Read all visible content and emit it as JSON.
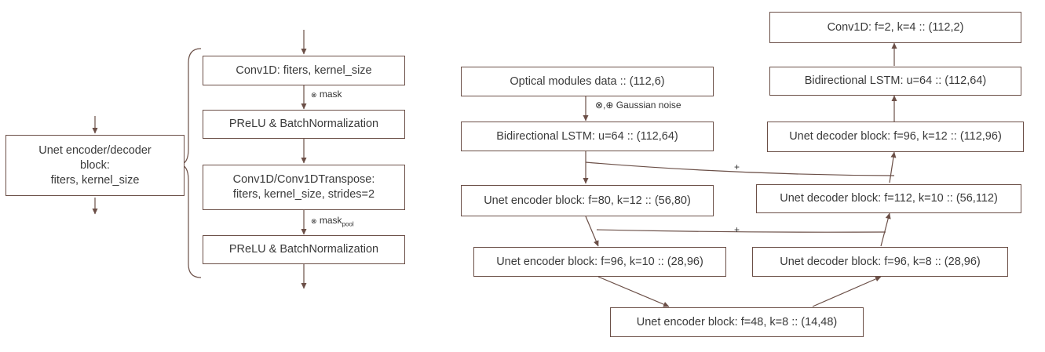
{
  "generic_block": {
    "title": "Unet encoder/decoder\nblock:\nfiters, kernel_size",
    "steps": [
      "Conv1D: fiters, kernel_size",
      "PReLU & BatchNormalization",
      "Conv1D/Conv1DTranspose:\nfiters, kernel_size, strides=2",
      "PReLU & BatchNormalization"
    ],
    "mask_label": "mask",
    "mask_pool_label": "mask",
    "mask_pool_sub": "pool",
    "otimes": "⊗"
  },
  "network": {
    "input": "Optical modules data :: (112,6)",
    "noise_label": "⊗,⊕ Gaussian noise",
    "lstm_in": "Bidirectional LSTM: u=64 :: (112,64)",
    "enc1": "Unet encoder block: f=80, k=12 :: (56,80)",
    "enc2": "Unet encoder block: f=96, k=10 :: (28,96)",
    "bottleneck": "Unet encoder block: f=48, k=8 :: (14,48)",
    "dec1": "Unet decoder block: f=96, k=8 :: (28,96)",
    "dec2": "Unet decoder block: f=112, k=10 :: (56,112)",
    "dec3": "Unet decoder block: f=96, k=12 :: (112,96)",
    "lstm_out": "Bidirectional LSTM: u=64 :: (112,64)",
    "conv_out": "Conv1D: f=2, k=4 :: (112,2)",
    "skip_symbol": "+"
  }
}
